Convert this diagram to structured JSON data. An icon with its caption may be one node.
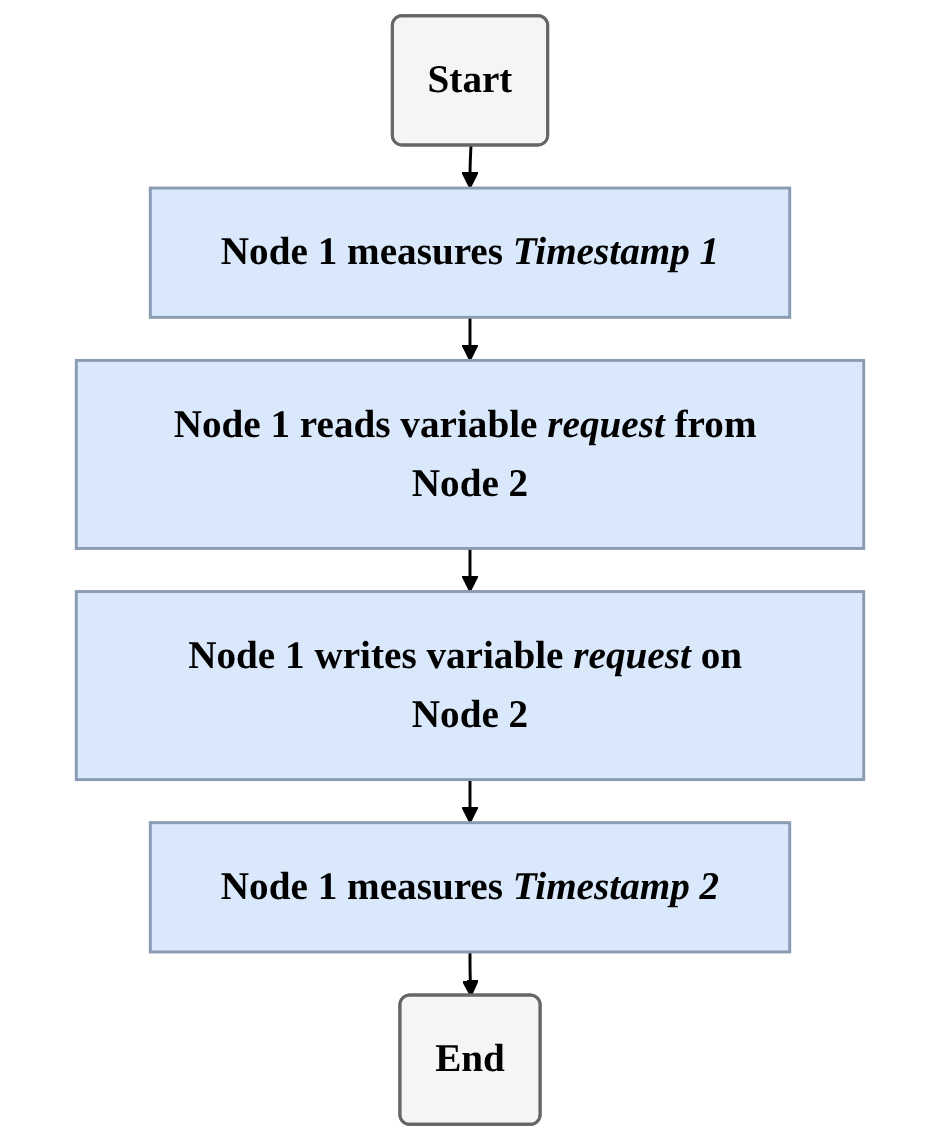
{
  "diagram": {
    "nodes": [
      {
        "text": [
          "Start"
        ]
      },
      {
        "text": [
          "Node 1 measures *Timestamp 1*"
        ]
      },
      {
        "text": [
          "Node 1 reads variable *request* from Node 2"
        ]
      },
      {
        "text": [
          "Node 1 writes variable *request* on Node 2"
        ]
      },
      {
        "text": [
          "Node 1 measures *Timestamp 2*"
        ]
      },
      {
        "text": [
          "End"
        ]
      }
    ],
    "edges": [
      {
        "from": 0,
        "to": 1,
        "arrow": "to"
      },
      {
        "from": 1,
        "to": 2,
        "arrow": "to"
      },
      {
        "from": 2,
        "to": 3,
        "arrow": "to"
      },
      {
        "from": 3,
        "to": 4,
        "arrow": "to"
      },
      {
        "from": 4,
        "to": 5,
        "arrow": "to"
      }
    ]
  }
}
